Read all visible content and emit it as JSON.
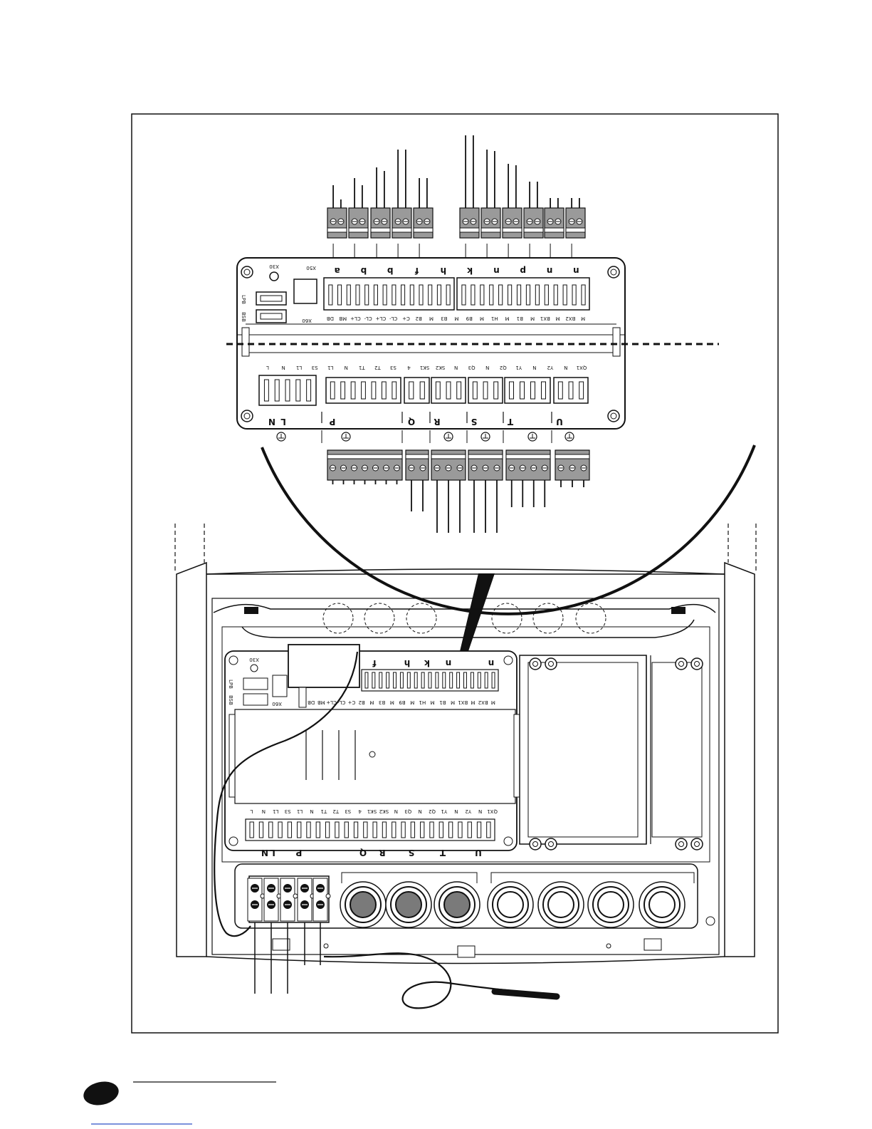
{
  "zoom": {
    "top_letters": [
      "a",
      "b",
      "b",
      "f",
      "h",
      "k",
      "n",
      "p",
      "n",
      "n"
    ],
    "top_terminals": [
      "DB",
      "MB",
      "CL+",
      "CL-",
      "CL+",
      "CL-",
      "C+",
      "B2",
      "M",
      "B3",
      "M",
      "B9",
      "M",
      "H1",
      "M",
      "B1",
      "M",
      "BX1",
      "M",
      "BX2",
      "M"
    ],
    "conn_left": [
      "BSB",
      "LPB"
    ],
    "conn_top": [
      "X30",
      "X50"
    ],
    "conn_x60": "X60",
    "bottom_letters": [
      "N",
      "L",
      "P",
      "Q",
      "R",
      "S",
      "T",
      "U"
    ],
    "bottom_terminals": [
      "L",
      "N",
      "L1",
      "S3",
      "L1",
      "N",
      "T1",
      "T2",
      "S3",
      "4",
      "SK1",
      "SK2",
      "N",
      "Q3",
      "N",
      "Q2",
      "Y1",
      "N",
      "Y2",
      "N",
      "QX1"
    ]
  },
  "housing": {
    "top_letters": [
      "f",
      "h",
      "k",
      "n",
      "n"
    ],
    "top_terminals": [
      "DB",
      "MB",
      "CL+",
      "CL-",
      "C+",
      "B2",
      "M",
      "B3",
      "M",
      "B9",
      "M",
      "H1",
      "M",
      "B1",
      "M",
      "BX1",
      "M",
      "BX2",
      "M"
    ],
    "conn_left": [
      "BSB",
      "LPB"
    ],
    "conn_top": "X30",
    "conn_x60": "X60",
    "bottom_letters": [
      "N",
      "L",
      "P",
      "Q",
      "R",
      "S",
      "T",
      "U"
    ],
    "bottom_terminals": [
      "L",
      "N",
      "L1",
      "S3",
      "L1",
      "N",
      "T1",
      "T2",
      "S3",
      "4",
      "SK1",
      "SK2",
      "N",
      "Q3",
      "N",
      "Q2",
      "Y1",
      "N",
      "Y2",
      "N",
      "QX1"
    ]
  }
}
